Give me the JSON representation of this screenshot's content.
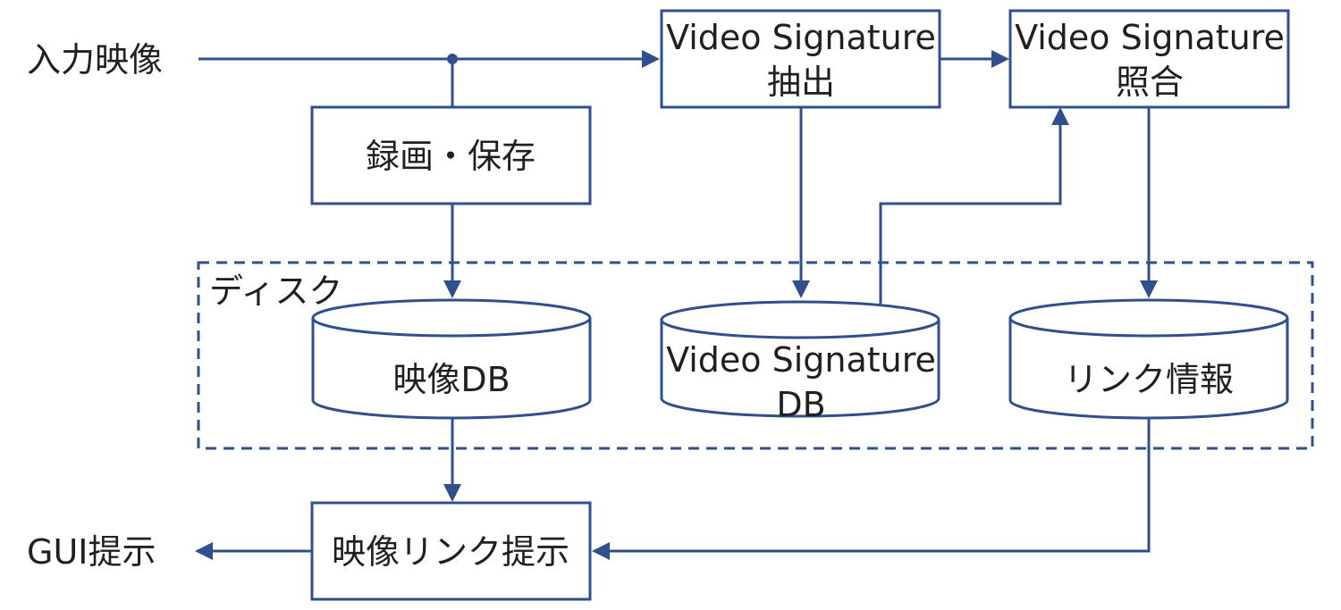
{
  "diagram": {
    "input_label": "入力映像",
    "record_box": "録画・保存",
    "extract_box": {
      "line1": "Video Signature",
      "line2": "抽出"
    },
    "match_box": {
      "line1": "Video Signature",
      "line2": "照合"
    },
    "disk_label": "ディスク",
    "video_db": "映像DB",
    "signature_db": {
      "line1": "Video Signature",
      "line2": "DB"
    },
    "link_info": "リンク情報",
    "link_present_box": "映像リンク提示",
    "gui_label": "GUI提示"
  }
}
